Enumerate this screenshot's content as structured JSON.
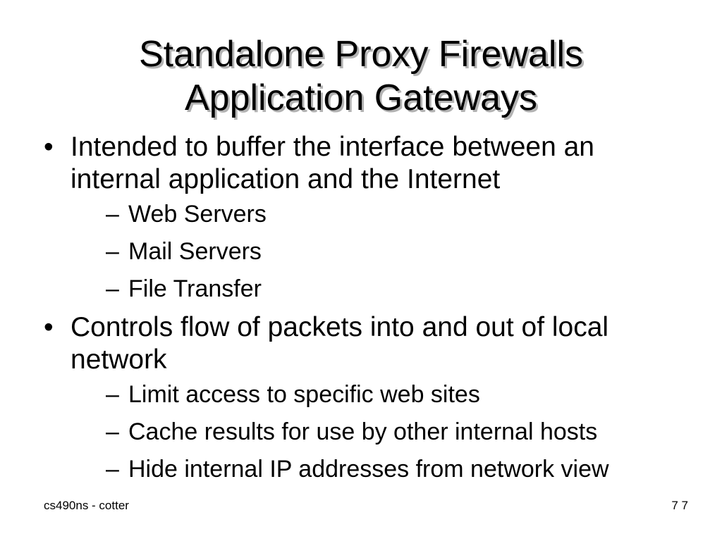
{
  "slide": {
    "title_lines": [
      "Standalone Proxy Firewalls",
      "Application Gateways"
    ],
    "bullet_marker": "•",
    "sub_marker": "–",
    "bullets": [
      {
        "text": "Intended to buffer the interface between an internal application and the Internet",
        "subitems": [
          "Web Servers",
          "Mail Servers",
          "File Transfer"
        ]
      },
      {
        "text": "Controls flow of packets into and out of local network",
        "subitems": [
          "Limit access to specific web sites",
          "Cache results for use by other internal hosts",
          "Hide internal IP addresses from network view"
        ]
      }
    ],
    "footer_left": "cs490ns - cotter",
    "slide_number": "7 7"
  }
}
